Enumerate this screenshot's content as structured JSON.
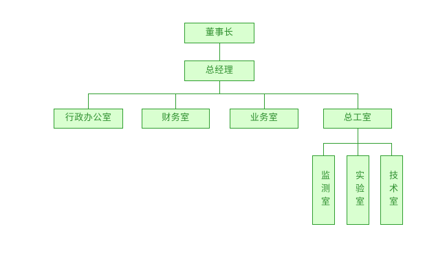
{
  "diagram": {
    "title_text": "",
    "type": "organization-chart",
    "colors": {
      "node_fill": "#d9ffd0",
      "node_border": "#2f9e2f",
      "text": "#2f8f2f",
      "connector": "#2f9e2f",
      "background": "#ffffff"
    },
    "nodes": {
      "chairman": {
        "label": "董事长"
      },
      "general_manager": {
        "label": "总经理"
      },
      "admin_office": {
        "label": "行政办公室"
      },
      "finance_office": {
        "label": "财务室"
      },
      "business_office": {
        "label": "业务室"
      },
      "chief_engineer_office": {
        "label": "总工室"
      },
      "monitoring_room": {
        "label": "监测室"
      },
      "laboratory_room": {
        "label": "实验室"
      },
      "technical_room": {
        "label": "技术室"
      }
    }
  }
}
